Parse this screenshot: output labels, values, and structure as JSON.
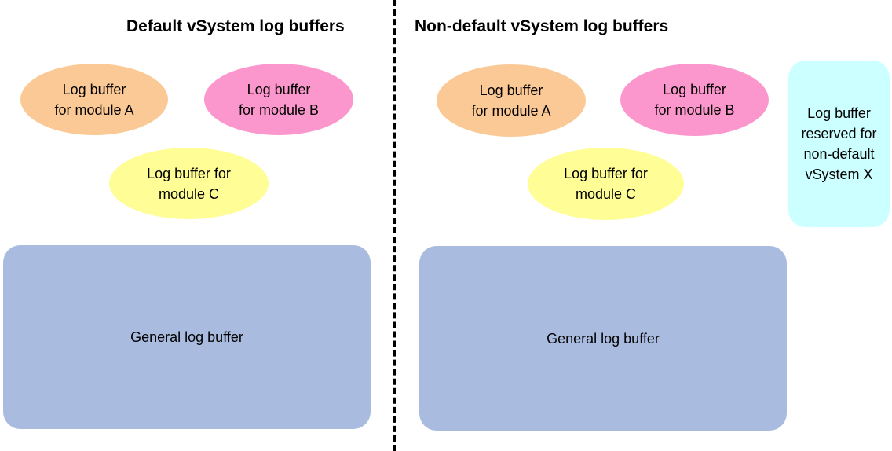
{
  "left_panel": {
    "title": "Default vSystem log buffers",
    "buffer_a": "Log buffer\nfor module A",
    "buffer_b": "Log buffer\nfor module B",
    "buffer_c": "Log buffer for\nmodule C",
    "general": "General log buffer"
  },
  "right_panel": {
    "title": "Non-default vSystem log buffers",
    "buffer_a": "Log buffer\nfor module A",
    "buffer_b": "Log buffer\nfor module B",
    "buffer_c": "Log buffer for\nmodule C",
    "general": "General log buffer",
    "reserved": "Log buffer\nreserved for\nnon-default\nvSystem X"
  },
  "colors": {
    "module_a": "#fbc995",
    "module_b": "#fc97cd",
    "module_c": "#fefd96",
    "general": "#a9bcdf",
    "reserved": "#ccffff"
  }
}
